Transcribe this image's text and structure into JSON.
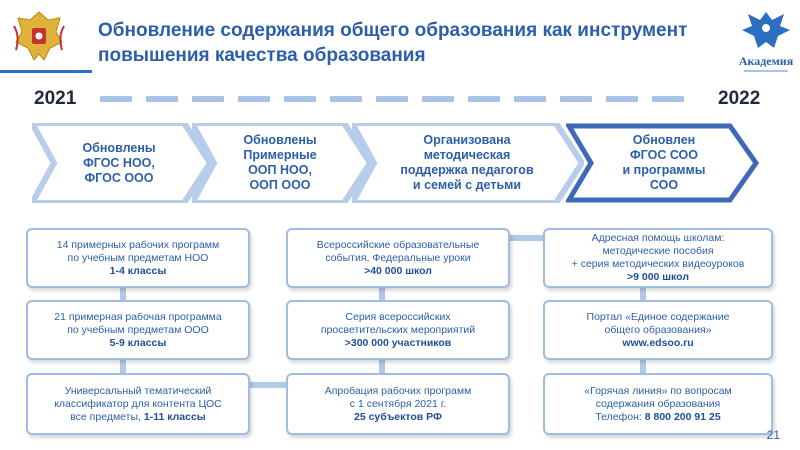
{
  "header": {
    "title_line1": "Обновление содержания общего образования как инструмент",
    "title_line2": "повышения качества образования"
  },
  "branding": {
    "logo_left": "ministry-emblem-icon",
    "logo_right": "academy-logo",
    "academy_name": "Академия",
    "accent_color": "#2c5fa8"
  },
  "timeline": {
    "start_year": "2021",
    "end_year": "2022"
  },
  "stages": [
    {
      "lines": [
        "Обновлены",
        "ФГОС НОО,",
        "ФГОС ООО"
      ]
    },
    {
      "lines": [
        "Обновлены",
        "Примерные",
        "ООП НОО,",
        "ООП ООО"
      ]
    },
    {
      "lines": [
        "Организована",
        "методическая",
        "поддержка педагогов",
        "и семей с детьми"
      ]
    },
    {
      "lines": [
        "Обновлен",
        "ФГОС СОО",
        "и программы",
        "СОО"
      ]
    }
  ],
  "cards": {
    "col1": [
      {
        "line1": "14 примерных рабочих программ",
        "line2": "по учебным предметам НОО",
        "bold": "1-4 классы"
      },
      {
        "line1": "21 примерная рабочая программа",
        "line2": "по учебным предметам ООО",
        "bold": "5-9 классы"
      },
      {
        "line1": "Универсальный тематический",
        "line2": "классификатор для контента ЦОС",
        "line3_prefix": "все предметы, ",
        "bold": "1-11 классы"
      }
    ],
    "col2": [
      {
        "line1": "Всероссийские образовательные",
        "line2": "события, Федеральные уроки",
        "bold": ">40 000 школ"
      },
      {
        "line1": "Серия всероссийских",
        "line2": "просветительских мероприятий",
        "bold": ">300 000 участников"
      },
      {
        "line1": "Апробация рабочих программ",
        "line2": "с 1 сентября 2021 г.",
        "bold": "25 субъектов РФ"
      }
    ],
    "col3": [
      {
        "line1": "Адресная помощь школам:",
        "line2": "методические пособия",
        "line3": "+ серия методических видеоуроков",
        "bold": ">9 000 школ"
      },
      {
        "line1": "Портал «Единое содержание",
        "line2": "общего образования»",
        "bold": "www.edsoo.ru"
      },
      {
        "line1": "«Горячая линия» по вопросам",
        "line2": "содержания образования",
        "line3_prefix": "Телефон: ",
        "bold": "8 800 200 91 25"
      }
    ]
  },
  "page_number": "21"
}
